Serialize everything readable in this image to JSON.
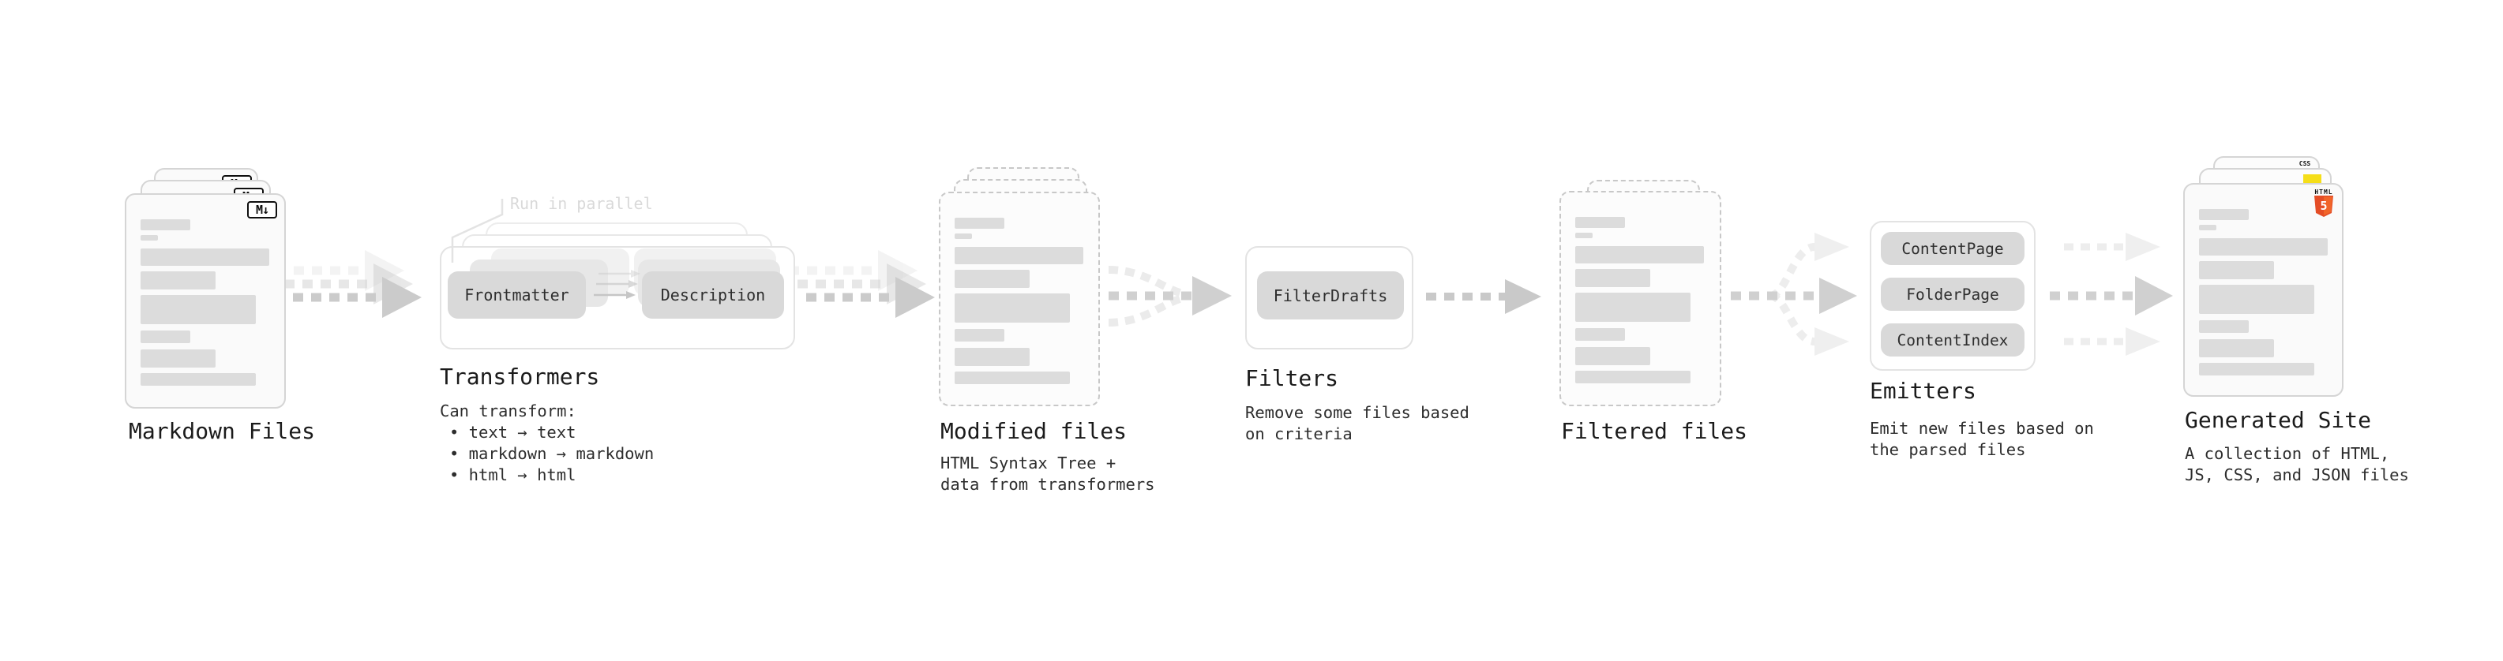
{
  "stages": {
    "markdown_files": {
      "title": "Markdown Files",
      "badge": "M↓"
    },
    "transformers": {
      "title": "Transformers",
      "parallel_note": "Run in parallel",
      "nodes": [
        "Frontmatter",
        "Description"
      ],
      "caption_heading": "Can transform:",
      "bullets": [
        "• text → text",
        "• markdown → markdown",
        "• html → html"
      ]
    },
    "modified_files": {
      "title": "Modified files",
      "caption_lines": [
        "HTML Syntax Tree +",
        "data from transformers"
      ]
    },
    "filters": {
      "title": "Filters",
      "nodes": [
        "FilterDrafts"
      ],
      "caption_lines": [
        "Remove some files based",
        "on criteria"
      ]
    },
    "filtered_files": {
      "title": "Filtered files"
    },
    "emitters": {
      "title": "Emitters",
      "nodes": [
        "ContentPage",
        "FolderPage",
        "ContentIndex"
      ],
      "caption_lines": [
        "Emit new files based on",
        "the parsed files"
      ]
    },
    "generated_site": {
      "title": "Generated Site",
      "caption_lines": [
        "A collection of HTML,",
        "JS, CSS, and JSON files"
      ],
      "badges": {
        "css": "CSS",
        "html_text": "HTML",
        "html_number": "5"
      }
    }
  },
  "colors": {
    "arrow_gray": "#cbcbcb",
    "arrow_light": "#ededed",
    "bar_gray": "#dcdcdc",
    "chip_gray": "#d9d9d9",
    "html5_orange": "#e44d26",
    "js_yellow": "#f5de19",
    "css_blue": "#2965f1",
    "note_gray": "#d9d9d9"
  }
}
